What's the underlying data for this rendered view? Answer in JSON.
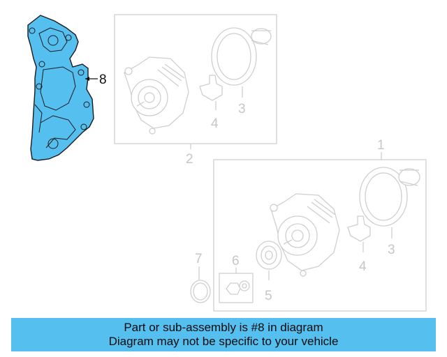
{
  "callouts": {
    "c8": "8",
    "c2": "2",
    "c1": "1",
    "c3_top": "3",
    "c4_top": "4",
    "c3_bottom": "3",
    "c4_bottom": "4",
    "c5": "5",
    "c6": "6",
    "c7": "7"
  },
  "banner": {
    "line1": "Part or sub-assembly is #8 in diagram",
    "line2": "Diagram may not be specific to your vehicle"
  },
  "colors": {
    "highlight_fill": "#55bff0",
    "highlight_stroke": "#1a1a1a",
    "faded_line": "#cfcfcf"
  }
}
